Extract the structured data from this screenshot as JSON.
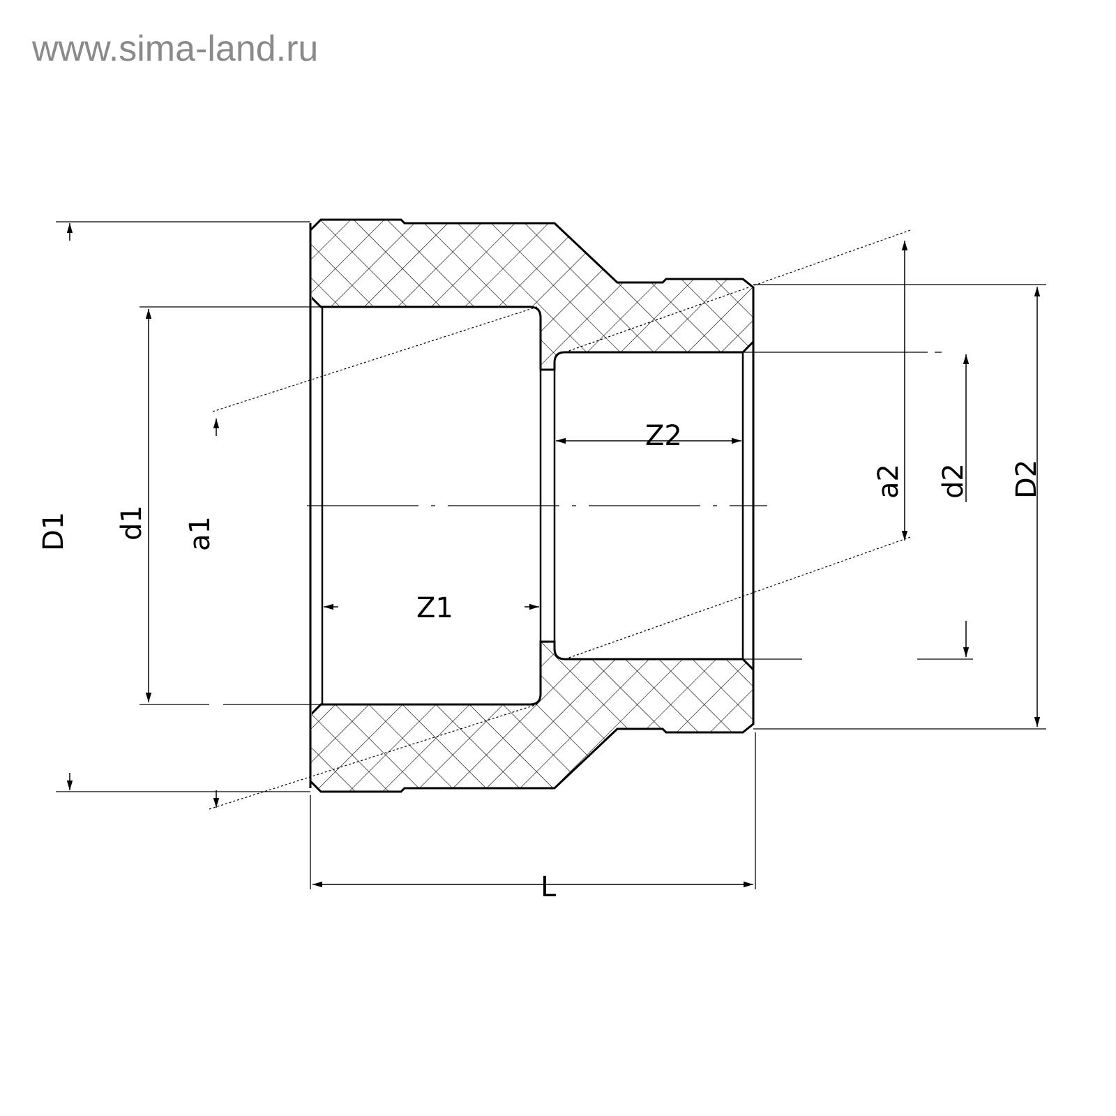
{
  "watermark": "www.sima-land.ru",
  "labels": {
    "D1": "D1",
    "d1": "d1",
    "a1": "a1",
    "Z1": "Z1",
    "Z2": "Z2",
    "a2": "a2",
    "d2": "d2",
    "D2": "D2",
    "L": "L"
  },
  "colors": {
    "line": "#000000",
    "watermark": "#8a8a8a",
    "background": "#ffffff"
  }
}
